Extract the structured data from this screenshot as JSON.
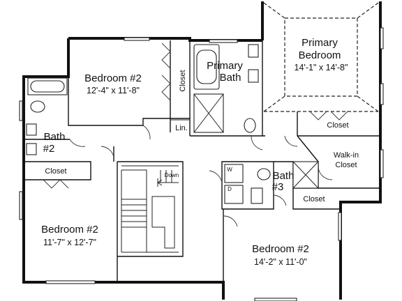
{
  "rooms": {
    "bedroom_top": {
      "name": "Bedroom #2",
      "size": "12'-4\" x 11'-8\""
    },
    "primary_bath": {
      "line1": "Primary",
      "line2": "Bath"
    },
    "primary_bedroom": {
      "line1": "Primary",
      "line2": "Bedroom",
      "size": "14'-1\" x 14'-8\""
    },
    "closet_top": {
      "name": "Closet"
    },
    "linen": {
      "name": "Lin."
    },
    "primary_closet": {
      "name": "Closet"
    },
    "bath2": {
      "line1": "Bath",
      "line2": "#2"
    },
    "closet_left": {
      "name": "Closet"
    },
    "walkin": {
      "line1": "Walk-in",
      "line2": "Closet"
    },
    "bath3": {
      "line1": "Bath",
      "line2": "#3"
    },
    "closet_bath3": {
      "name": "Closet"
    },
    "stair": {
      "label": "Down"
    },
    "washer": {
      "label": "W"
    },
    "dryer": {
      "label": "D"
    },
    "bedroom_left": {
      "name": "Bedroom #2",
      "size": "11'-7\" x 12'-7\""
    },
    "bedroom_right": {
      "name": "Bedroom #2",
      "size": "14'-2\" x 11'-0\""
    }
  }
}
